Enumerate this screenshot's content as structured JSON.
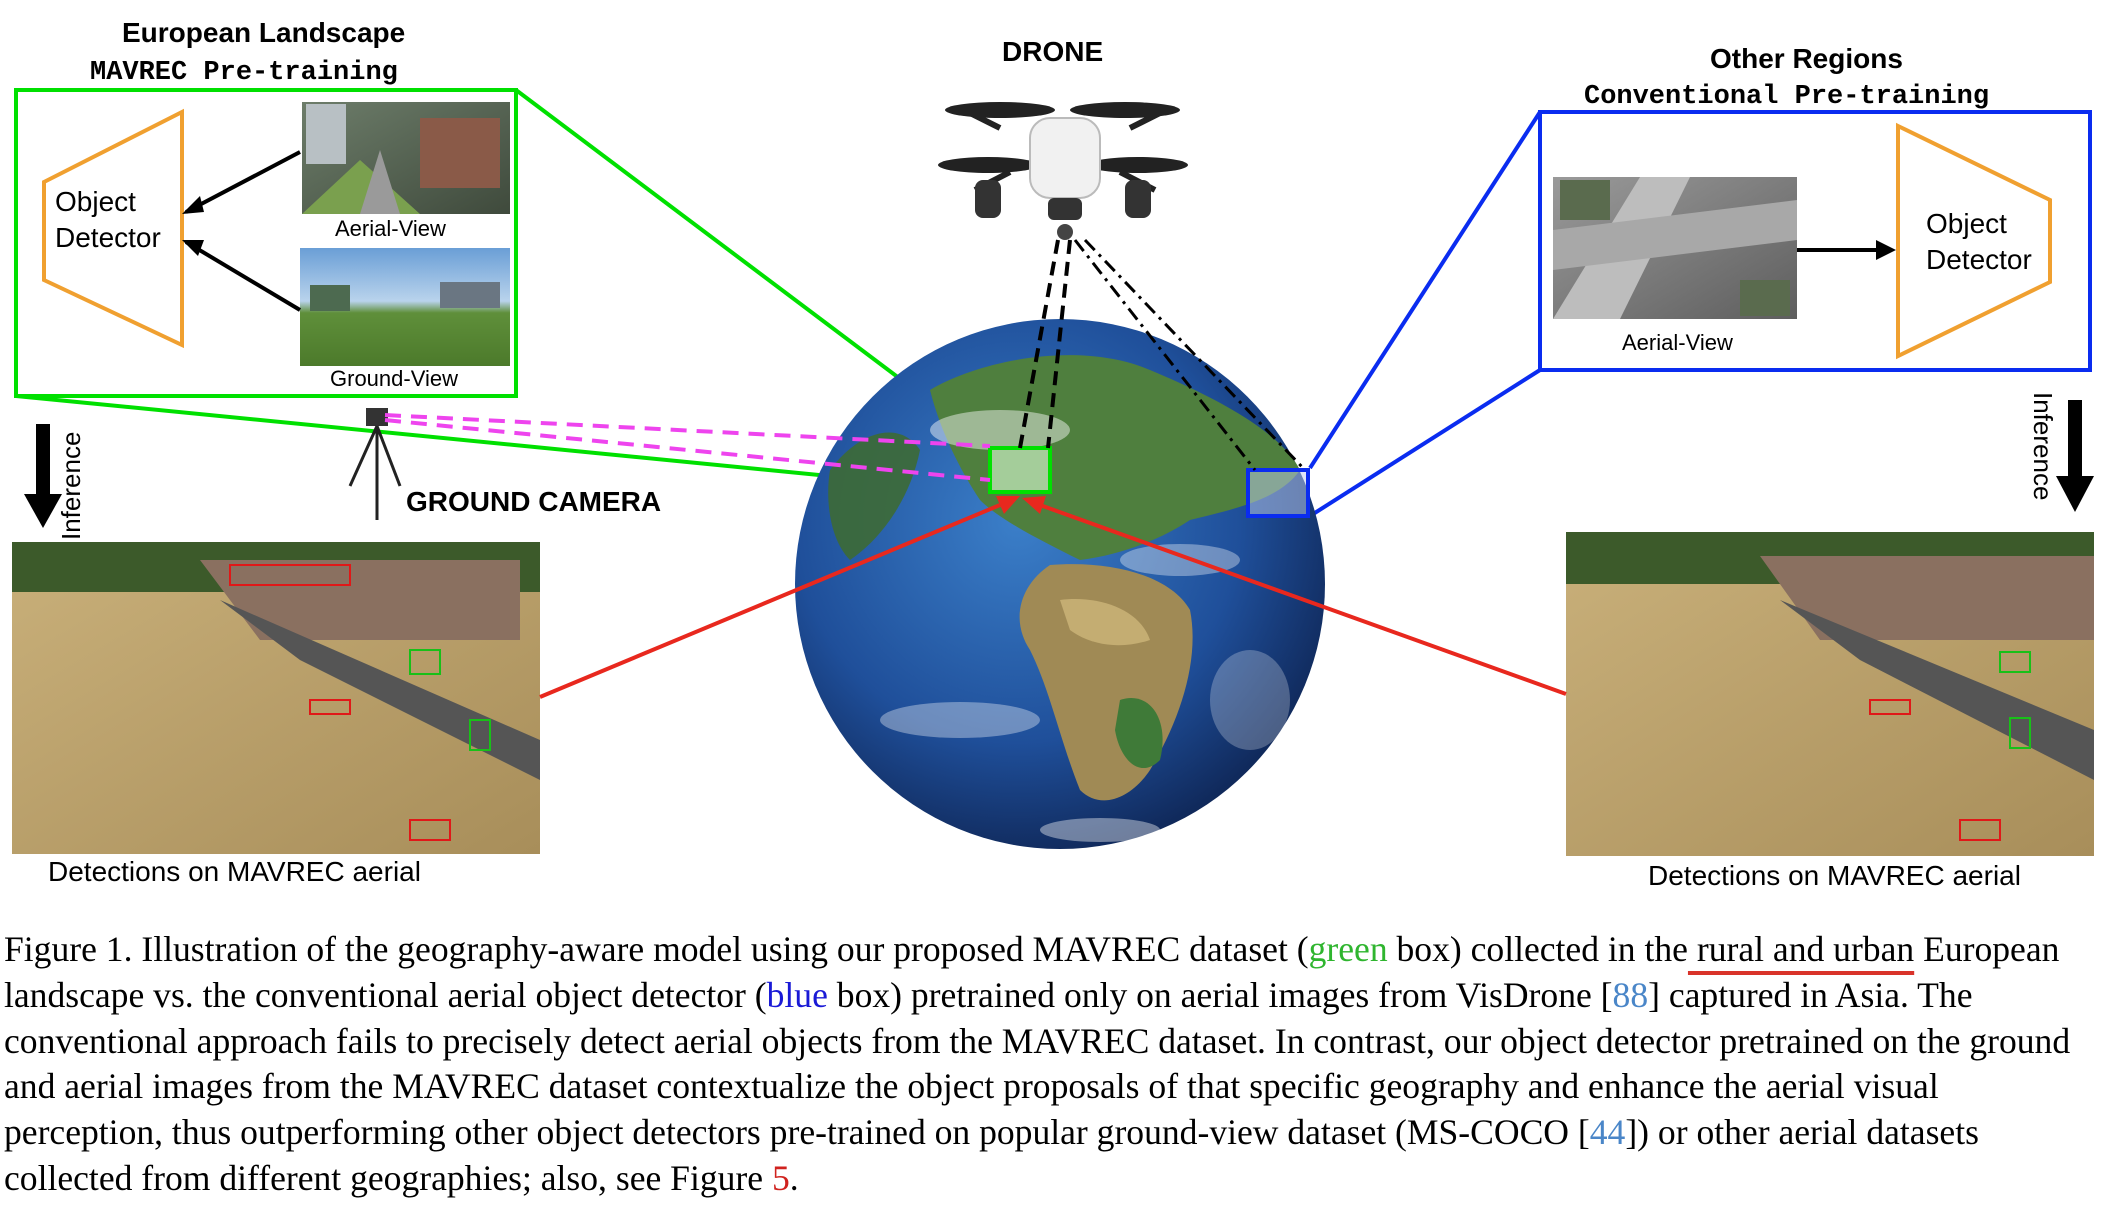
{
  "left_panel": {
    "title": "European Landscape",
    "subtitle": "MAVREC Pre-training",
    "detector_label_line1": "Object",
    "detector_label_line2": "Detector",
    "aerial_label": "Aerial-View",
    "ground_label": "Ground-View",
    "border_color": "#00e000"
  },
  "right_panel": {
    "title": "Other Regions",
    "subtitle": "Conventional Pre-training",
    "detector_label_line1": "Object",
    "detector_label_line2": "Detector",
    "aerial_label": "Aerial-View",
    "border_color": "#0a2cf0"
  },
  "center": {
    "drone_label": "DRONE",
    "camera_label": "GROUND CAMERA",
    "inference_left": "Inference",
    "inference_right": "Inference"
  },
  "results": {
    "left_caption": "Detections on MAVREC aerial",
    "right_caption": "Detections on MAVREC aerial"
  },
  "detector_color": "#f0a030",
  "arrow_color": "#e8281e",
  "caption": {
    "prefix": "Figure 1. Illustration of the geography-aware model using our proposed MAVREC dataset (",
    "green_word": "green",
    "part2": " box) collected in the",
    "marked_words": " rural and urban",
    "part3": " European landscape vs. the conventional aerial object detector (",
    "blue_word": "blue",
    "part4": " box) pretrained only on aerial images from VisDrone [",
    "ref1": "88",
    "part5": "] captured in Asia. The conventional approach fails to precisely detect aerial objects from the MAVREC dataset. In contrast, our object detector pretrained on the ground and aerial images from the MAVREC dataset contextualize the object proposals of that specific geography and enhance the aerial visual perception, thus outperforming other object detectors pre-trained on popular ground-view dataset (MS-COCO [",
    "ref2": "44",
    "part6": "]) or other aerial datasets collected from different geographies; also, see Figure ",
    "ref3": "5",
    "part7": "."
  }
}
